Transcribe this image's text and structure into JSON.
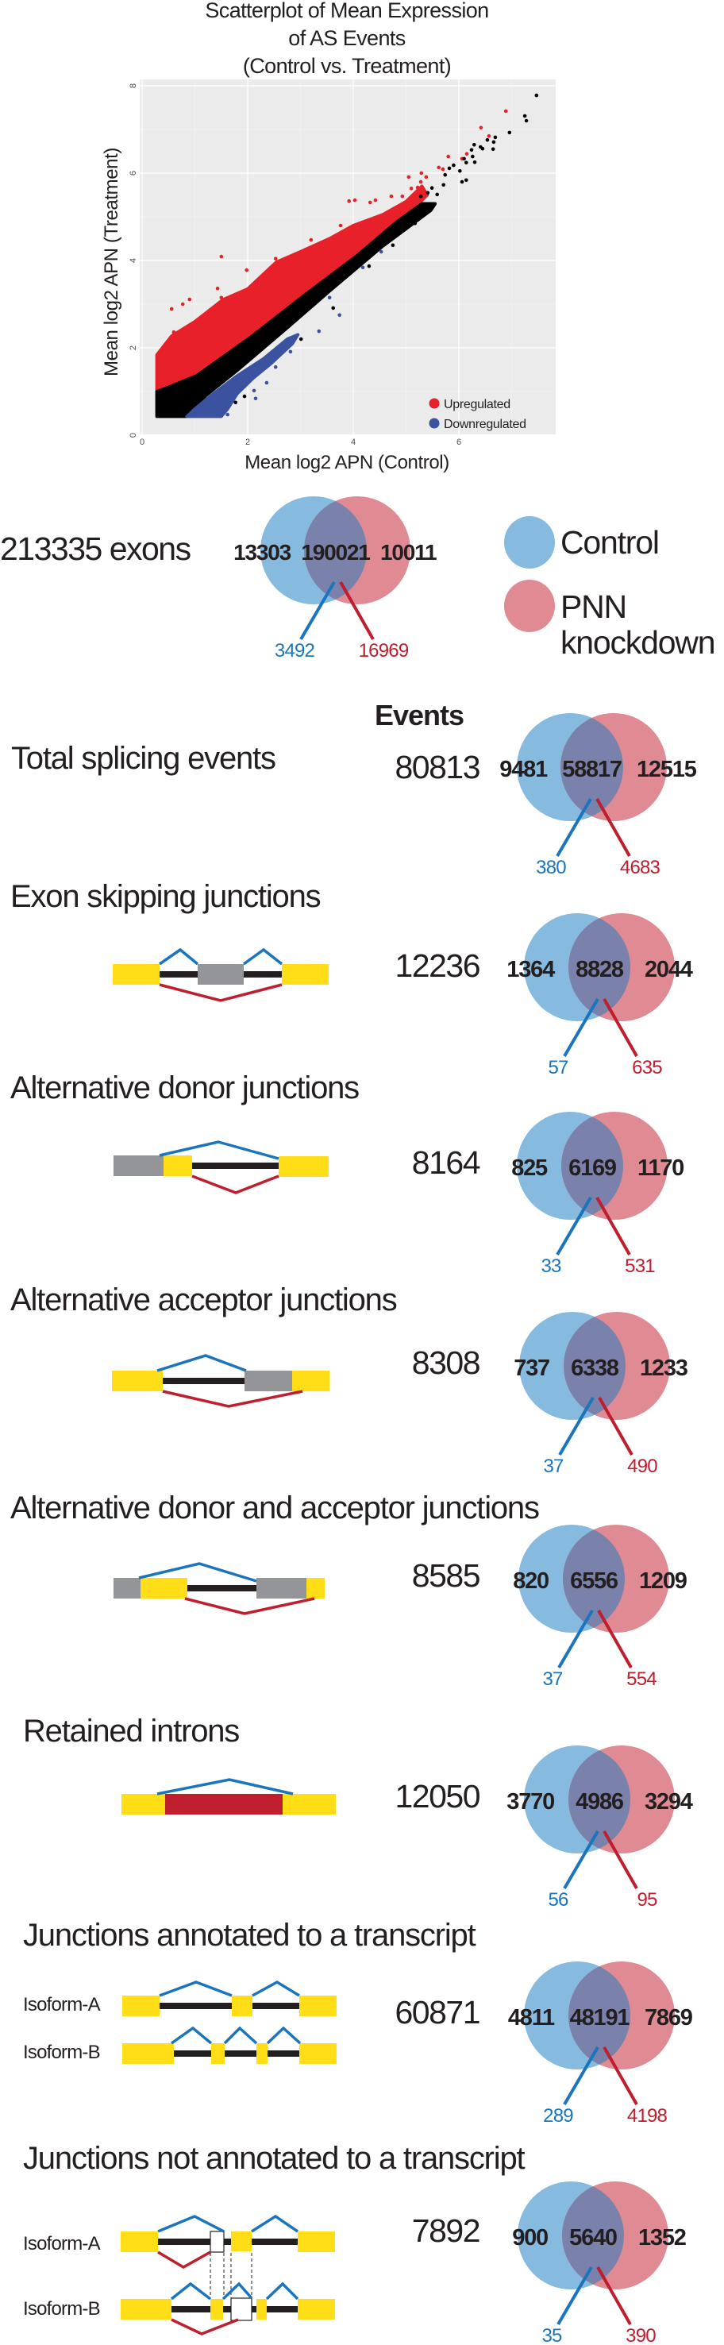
{
  "colors": {
    "upregulated": "#e8202a",
    "downregulated": "#3a52a0",
    "unchanged": "#000000",
    "panel_background": "#ebebeb",
    "control": "#86bade",
    "knockdown": "#e08a94",
    "overlap": "#7a82ab",
    "control_line": "#1b75bc",
    "knockdown_line": "#be1e2d",
    "constitutive_exon": "#ffde17",
    "alternative_region": "#939598",
    "retained_intron": "#be1e2d"
  },
  "chart_data": {
    "type": "scatter",
    "title": "Scatterplot of Mean Expression of AS Events (Control vs. Treatment)",
    "title_lines": [
      "Scatterplot of Mean Expression",
      "of AS Events",
      "(Control vs. Treatment)"
    ],
    "xlabel": "Mean log2 APN (Control)",
    "ylabel": "Mean log2 APN (Treatment)",
    "xlim": [
      0,
      7.8
    ],
    "ylim": [
      0,
      8.1
    ],
    "xticks": [
      0,
      2,
      4,
      6
    ],
    "yticks": [
      0,
      2,
      4,
      6,
      8
    ],
    "grid": true,
    "legend": {
      "position": "bottom-right",
      "entries": [
        "Upregulated",
        "Downregulated"
      ]
    },
    "dense_regions": [
      {
        "series": "Upregulated",
        "note": "dense point cloud envelope (data units)",
        "polygon": [
          [
            0.28,
            0.9
          ],
          [
            0.28,
            1.84
          ],
          [
            0.56,
            2.27
          ],
          [
            1.0,
            2.6
          ],
          [
            1.53,
            3.1
          ],
          [
            2.0,
            3.35
          ],
          [
            2.54,
            3.96
          ],
          [
            3.0,
            4.2
          ],
          [
            3.55,
            4.5
          ],
          [
            4.0,
            4.8
          ],
          [
            4.56,
            5.05
          ],
          [
            5.0,
            5.35
          ],
          [
            5.3,
            5.7
          ],
          [
            5.4,
            5.5
          ],
          [
            4.82,
            4.8
          ],
          [
            4.06,
            4.02
          ],
          [
            3.05,
            3.1
          ],
          [
            2.03,
            2.15
          ],
          [
            1.03,
            1.29
          ],
          [
            0.32,
            0.93
          ]
        ]
      },
      {
        "series": "Unchanged",
        "note": "dense point cloud envelope (data units)",
        "polygon": [
          [
            0.28,
            0.43
          ],
          [
            0.28,
            1.0
          ],
          [
            0.5,
            1.1
          ],
          [
            1.03,
            1.36
          ],
          [
            2.03,
            2.22
          ],
          [
            3.05,
            3.18
          ],
          [
            4.06,
            4.1
          ],
          [
            4.82,
            4.88
          ],
          [
            5.3,
            5.3
          ],
          [
            5.55,
            5.3
          ],
          [
            5.47,
            5.15
          ],
          [
            4.56,
            4.33
          ],
          [
            3.55,
            3.3
          ],
          [
            2.79,
            2.5
          ],
          [
            1.79,
            1.47
          ],
          [
            1.2,
            0.9
          ],
          [
            0.85,
            0.43
          ]
        ]
      },
      {
        "series": "Downregulated",
        "note": "dense point cloud envelope (data units)",
        "polygon": [
          [
            0.85,
            0.43
          ],
          [
            1.5,
            0.43
          ],
          [
            1.62,
            0.6
          ],
          [
            1.8,
            0.95
          ],
          [
            2.1,
            1.3
          ],
          [
            2.45,
            1.65
          ],
          [
            2.85,
            2.1
          ],
          [
            2.95,
            2.3
          ],
          [
            2.75,
            2.2
          ],
          [
            2.3,
            1.75
          ],
          [
            1.79,
            1.35
          ],
          [
            1.3,
            0.9
          ],
          [
            1.0,
            0.6
          ]
        ]
      }
    ],
    "series": [
      {
        "name": "Upregulated",
        "points": [
          [
            6.89,
            7.42
          ],
          [
            6.42,
            7.04
          ],
          [
            6.57,
            6.85
          ],
          [
            6.15,
            6.44
          ],
          [
            5.8,
            6.38
          ],
          [
            6.06,
            6.33
          ],
          [
            5.05,
            5.91
          ],
          [
            5.62,
            6.13
          ],
          [
            5.7,
            6.09
          ],
          [
            5.29,
            6.0
          ],
          [
            5.38,
            5.91
          ],
          [
            5.28,
            5.8
          ],
          [
            5.22,
            5.67
          ],
          [
            5.1,
            5.65
          ],
          [
            4.72,
            5.47
          ],
          [
            4.93,
            5.47
          ],
          [
            1.5,
            4.09
          ],
          [
            1.98,
            3.78
          ],
          [
            1.43,
            3.36
          ],
          [
            0.56,
            2.89
          ],
          [
            0.77,
            3.0
          ],
          [
            0.9,
            3.11
          ],
          [
            1.5,
            3.15
          ],
          [
            2.53,
            4.04
          ],
          [
            2.69,
            4.0
          ],
          [
            3.2,
            4.47
          ],
          [
            3.76,
            4.8
          ],
          [
            3.92,
            5.36
          ],
          [
            4.03,
            5.38
          ],
          [
            4.32,
            5.33
          ],
          [
            4.42,
            5.38
          ],
          [
            0.54,
            2.2
          ],
          [
            0.6,
            2.36
          ]
        ]
      },
      {
        "name": "Downregulated",
        "points": [
          [
            3.74,
            2.75
          ],
          [
            3.35,
            2.38
          ],
          [
            2.81,
            1.91
          ],
          [
            4.18,
            3.84
          ],
          [
            4.53,
            4.2
          ],
          [
            2.15,
            0.84
          ],
          [
            2.12,
            1.02
          ],
          [
            2.36,
            1.2
          ],
          [
            2.53,
            1.56
          ],
          [
            1.62,
            0.47
          ],
          [
            3.55,
            3.15
          ]
        ]
      },
      {
        "name": "Unchanged",
        "points": [
          [
            7.47,
            7.78
          ],
          [
            7.25,
            7.31
          ],
          [
            7.28,
            7.2
          ],
          [
            6.96,
            6.93
          ],
          [
            6.69,
            6.82
          ],
          [
            6.54,
            6.76
          ],
          [
            6.66,
            6.71
          ],
          [
            6.65,
            6.55
          ],
          [
            6.45,
            6.56
          ],
          [
            6.41,
            6.6
          ],
          [
            6.29,
            6.65
          ],
          [
            6.24,
            6.53
          ],
          [
            6.26,
            6.38
          ],
          [
            6.3,
            6.25
          ],
          [
            6.14,
            6.24
          ],
          [
            6.1,
            6.33
          ],
          [
            6.02,
            6.05
          ],
          [
            6.14,
            5.84
          ],
          [
            6.06,
            5.8
          ],
          [
            5.9,
            6.18
          ],
          [
            5.82,
            6.11
          ],
          [
            5.74,
            5.96
          ],
          [
            5.71,
            5.73
          ],
          [
            5.49,
            5.66
          ],
          [
            5.59,
            5.51
          ],
          [
            5.41,
            5.55
          ],
          [
            5.28,
            5.47
          ],
          [
            3.62,
            2.91
          ],
          [
            3.01,
            2.2
          ],
          [
            5.17,
            4.85
          ],
          [
            4.75,
            4.35
          ],
          [
            4.3,
            3.87
          ],
          [
            1.94,
            0.89
          ],
          [
            1.77,
            0.75
          ]
        ]
      }
    ]
  },
  "exons_summary": {
    "total_label": "213335 exons",
    "control_only": "13303",
    "both": "190021",
    "knockdown_only": "10011",
    "up": "3492",
    "down": "16969"
  },
  "legend": {
    "control": "Control",
    "knockdown_line1": "PNN",
    "knockdown_line2": "knockdown"
  },
  "events_header": "Events",
  "isoform_labels": {
    "a": "Isoform-A",
    "b": "Isoform-B"
  },
  "rows": [
    {
      "title": "Total splicing events",
      "total": "80813",
      "control_only": "9481",
      "both": "58817",
      "knockdown_only": "12515",
      "up": "380",
      "down": "4683"
    },
    {
      "title": "Exon skipping junctions",
      "total": "12236",
      "control_only": "1364",
      "both": "8828",
      "knockdown_only": "2044",
      "up": "57",
      "down": "635"
    },
    {
      "title": "Alternative donor junctions",
      "total": "8164",
      "control_only": "825",
      "both": "6169",
      "knockdown_only": "1170",
      "up": "33",
      "down": "531"
    },
    {
      "title": "Alternative acceptor junctions",
      "total": "8308",
      "control_only": "737",
      "both": "6338",
      "knockdown_only": "1233",
      "up": "37",
      "down": "490"
    },
    {
      "title": "Alternative donor and acceptor junctions",
      "total": "8585",
      "control_only": "820",
      "both": "6556",
      "knockdown_only": "1209",
      "up": "37",
      "down": "554"
    },
    {
      "title": "Retained introns",
      "total": "12050",
      "control_only": "3770",
      "both": "4986",
      "knockdown_only": "3294",
      "up": "56",
      "down": "95"
    },
    {
      "title": "Junctions annotated to a transcript",
      "total": "60871",
      "control_only": "4811",
      "both": "48191",
      "knockdown_only": "7869",
      "up": "289",
      "down": "4198"
    },
    {
      "title": "Junctions not annotated to a transcript",
      "total": "7892",
      "control_only": "900",
      "both": "5640",
      "knockdown_only": "1352",
      "up": "35",
      "down": "390"
    }
  ]
}
